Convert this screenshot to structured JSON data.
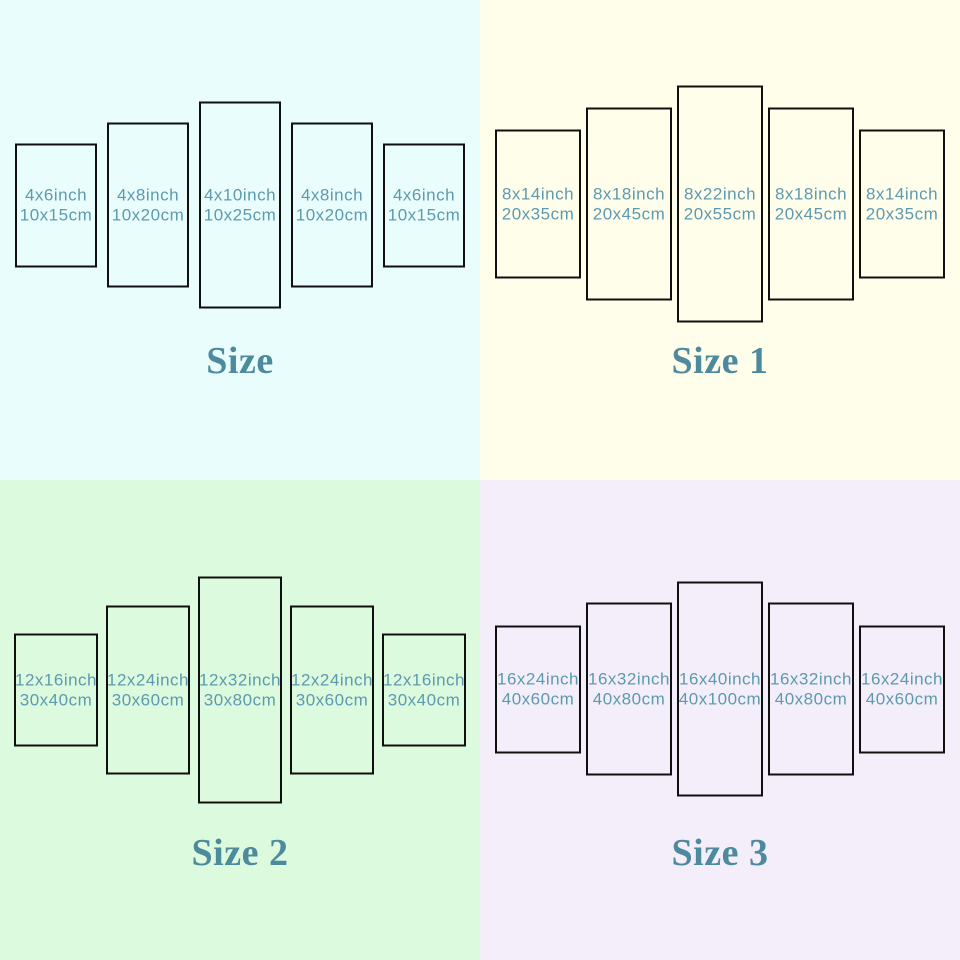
{
  "colors": {
    "label_text": "#5d9ab0",
    "title_text": "#4e8a9e",
    "panel_border": "#101010",
    "quadrant_backgrounds": [
      "#e9fdfd",
      "#fffeea",
      "#dcfadd",
      "#f3eefa"
    ]
  },
  "quadrants": [
    {
      "title": "Size",
      "panels": [
        {
          "inch": "4x6inch",
          "cm": "10x15cm"
        },
        {
          "inch": "4x8inch",
          "cm": "10x20cm"
        },
        {
          "inch": "4x10inch",
          "cm": "10x25cm"
        },
        {
          "inch": "4x8inch",
          "cm": "10x20cm"
        },
        {
          "inch": "4x6inch",
          "cm": "10x15cm"
        }
      ]
    },
    {
      "title": "Size 1",
      "panels": [
        {
          "inch": "8x14inch",
          "cm": "20x35cm"
        },
        {
          "inch": "8x18inch",
          "cm": "20x45cm"
        },
        {
          "inch": "8x22inch",
          "cm": "20x55cm"
        },
        {
          "inch": "8x18inch",
          "cm": "20x45cm"
        },
        {
          "inch": "8x14inch",
          "cm": "20x35cm"
        }
      ]
    },
    {
      "title": "Size 2",
      "panels": [
        {
          "inch": "12x16inch",
          "cm": "30x40cm"
        },
        {
          "inch": "12x24inch",
          "cm": "30x60cm"
        },
        {
          "inch": "12x32inch",
          "cm": "30x80cm"
        },
        {
          "inch": "12x24inch",
          "cm": "30x60cm"
        },
        {
          "inch": "12x16inch",
          "cm": "30x40cm"
        }
      ]
    },
    {
      "title": "Size 3",
      "panels": [
        {
          "inch": "16x24inch",
          "cm": "40x60cm"
        },
        {
          "inch": "16x32inch",
          "cm": "40x80cm"
        },
        {
          "inch": "16x40inch",
          "cm": "40x100cm"
        },
        {
          "inch": "16x32inch",
          "cm": "40x80cm"
        },
        {
          "inch": "16x24inch",
          "cm": "40x60cm"
        }
      ]
    }
  ]
}
